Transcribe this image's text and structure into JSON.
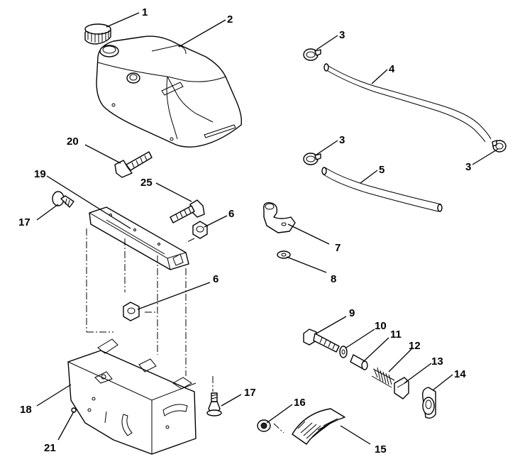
{
  "callouts": {
    "c1": "1",
    "c2": "2",
    "c3a": "3",
    "c3b": "3",
    "c3c": "3",
    "c4": "4",
    "c5": "5",
    "c6a": "6",
    "c6b": "6",
    "c7": "7",
    "c8": "8",
    "c9": "9",
    "c10": "10",
    "c11": "11",
    "c12": "12",
    "c13": "13",
    "c14": "14",
    "c15": "15",
    "c16": "16",
    "c17a": "17",
    "c17b": "17",
    "c18": "18",
    "c19": "19",
    "c20": "20",
    "c21": "21",
    "c25": "25"
  }
}
